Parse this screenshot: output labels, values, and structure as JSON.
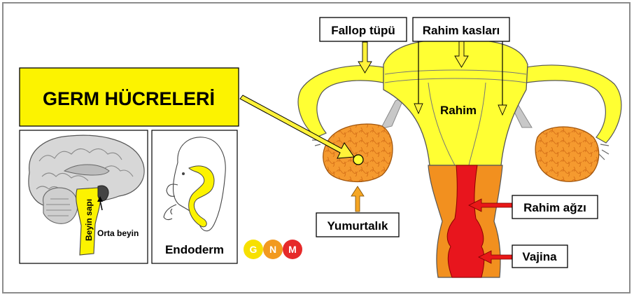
{
  "title": "GERM HÜCRELERİ",
  "labels": {
    "fallopian_tube": "Fallop tüpü",
    "uterine_muscles": "Rahim kasları",
    "uterus": "Rahim",
    "cervix": "Rahim ağzı",
    "vagina": "Vajina",
    "ovary": "Yumurtalık",
    "brainstem": "Beyin sapı",
    "midbrain": "Orta beyin",
    "endoderm": "Endoderm"
  },
  "logo": {
    "letters": [
      "G",
      "N",
      "M"
    ],
    "colors": [
      "#f7e000",
      "#f29a1f",
      "#e62a2a"
    ]
  },
  "colors": {
    "highlight_yellow": "#fcf300",
    "uterus_yellow": "#ffff33",
    "ovary_orange": "#f59a2f",
    "cervix_orange": "#f2901f",
    "canal_red": "#e8151d",
    "arrow_orange": "#f5a623",
    "arrow_red": "#e81818"
  },
  "icons": [
    "brain-sagittal-illustration",
    "embryo-illustration",
    "gnm-logo"
  ]
}
